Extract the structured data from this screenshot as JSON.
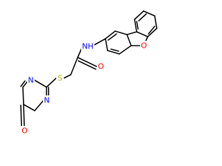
{
  "molecule": {
    "atoms": {
      "nh": "NH",
      "o_amide": "O",
      "s": "S",
      "o_furan": "O",
      "n_upper": "N",
      "n_lower": "N",
      "o_keto": "O"
    },
    "colors": {
      "bond": "#000000",
      "nitrogen": "#0000ff",
      "oxygen": "#ff0000",
      "sulfur": "#b2b200"
    }
  }
}
